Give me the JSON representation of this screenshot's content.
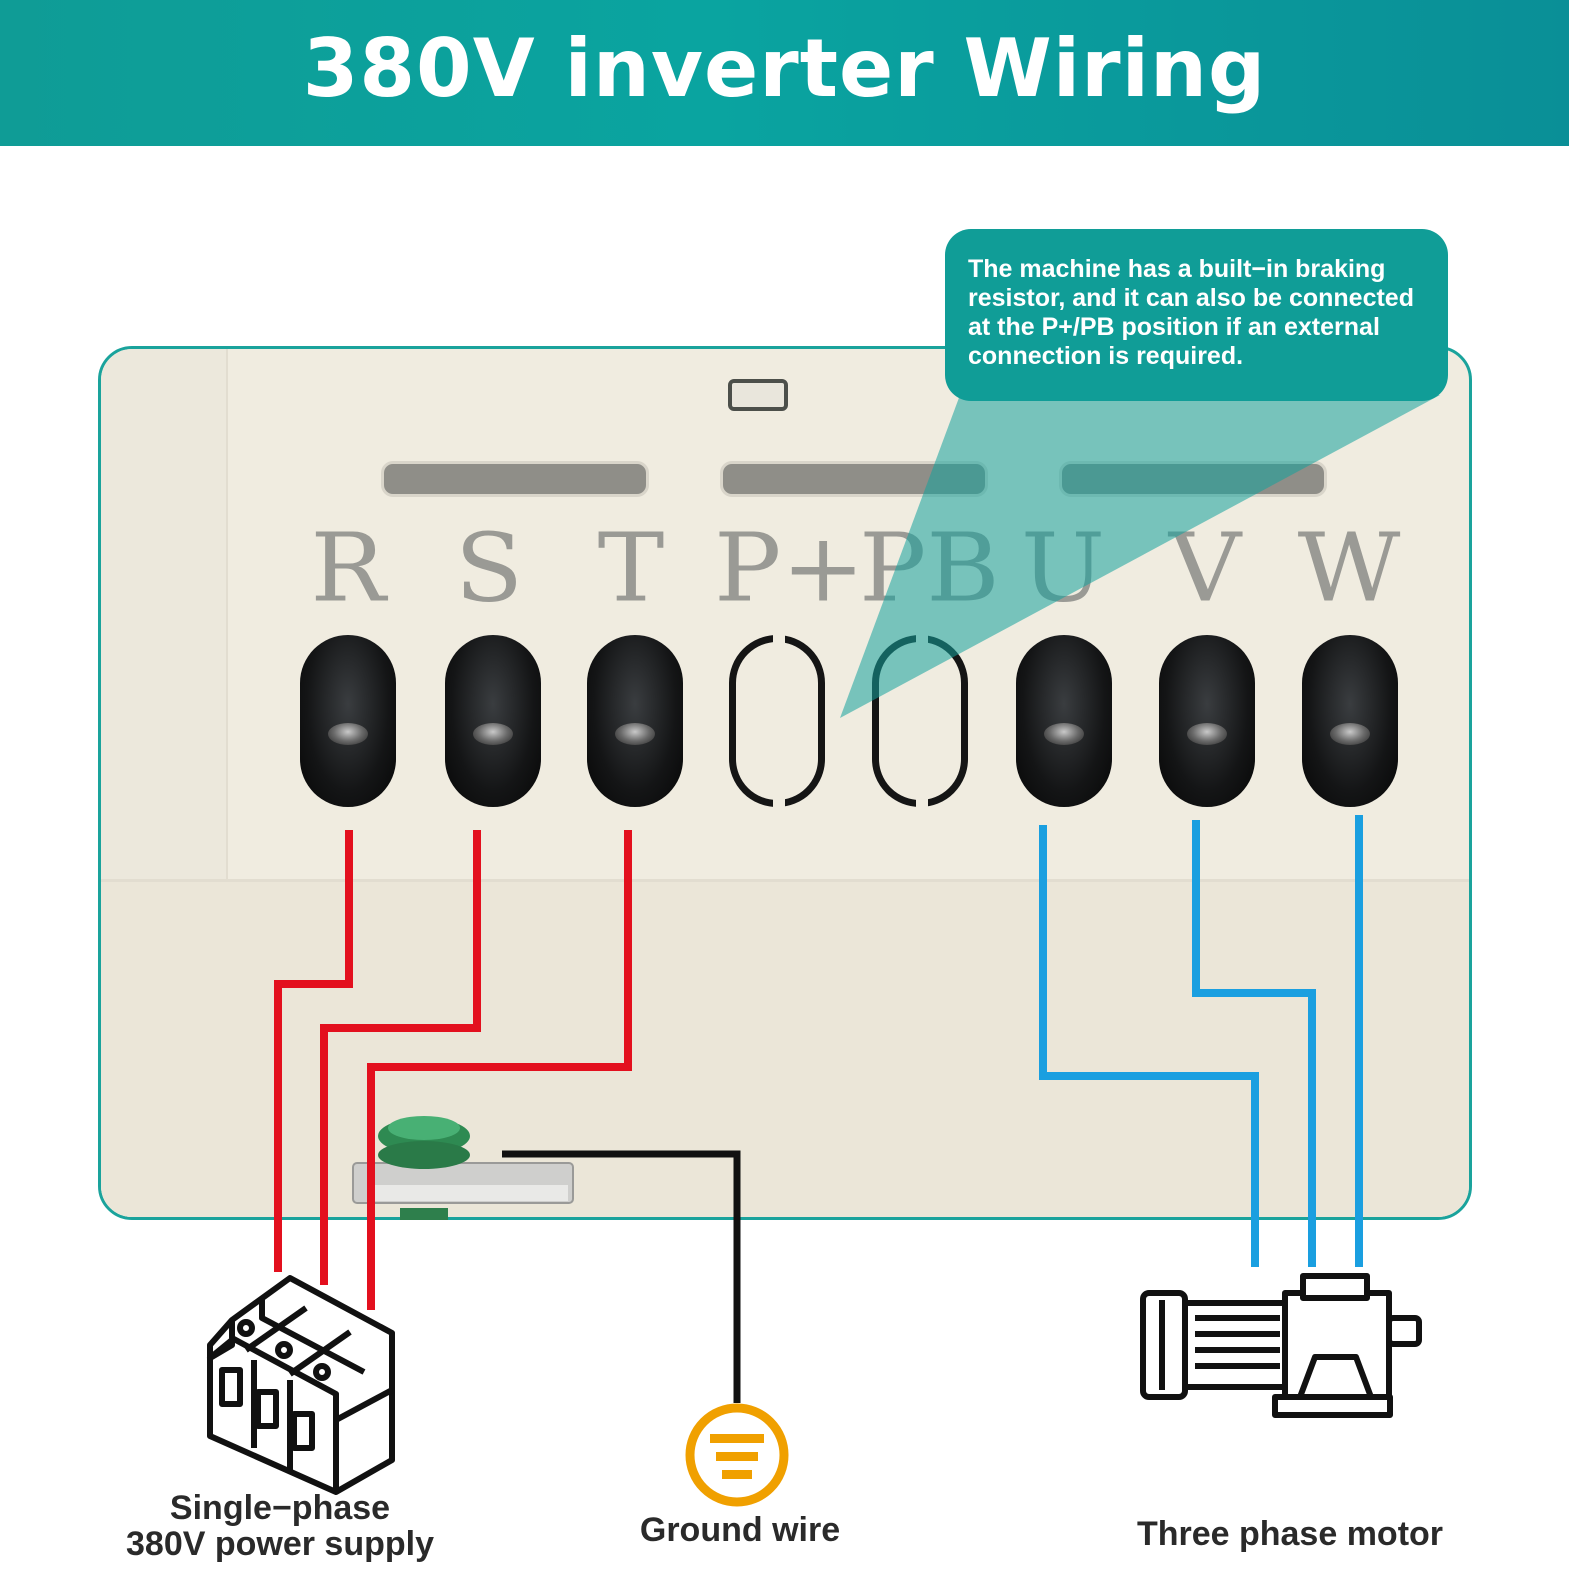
{
  "header": {
    "title": "380V inverter Wiring"
  },
  "callout": {
    "text": "The machine has a built−in braking resistor, and it can also be connected at the P+/PB position if an external connection is required."
  },
  "terminals": [
    {
      "label": "R",
      "state": "wired"
    },
    {
      "label": "S",
      "state": "wired"
    },
    {
      "label": "T",
      "state": "wired"
    },
    {
      "label": "P+",
      "state": "open"
    },
    {
      "label": "PB",
      "state": "open"
    },
    {
      "label": "U",
      "state": "wired"
    },
    {
      "label": "V",
      "state": "wired"
    },
    {
      "label": "W",
      "state": "wired"
    }
  ],
  "captions": {
    "power_supply_line1": "Single−phase",
    "power_supply_line2": "380V power supply",
    "ground": "Ground wire",
    "motor": "Three phase motor"
  },
  "icons": {
    "breaker": "circuit-breaker-icon",
    "ground": "ground-icon",
    "motor": "motor-icon"
  },
  "colors": {
    "accent": "#0aa4a0",
    "input_wire": "#e3101e",
    "output_wire": "#1a9fe0",
    "ground_wire": "#111111",
    "ground_icon": "#f0a000"
  }
}
